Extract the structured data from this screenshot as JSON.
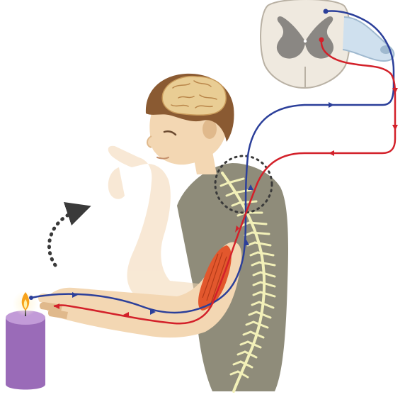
{
  "diagram": {
    "type": "reflex-arc-illustration",
    "elements": [
      "spinal-cord-cross-section",
      "brain",
      "head",
      "torso",
      "spine",
      "arm",
      "raised-hand-ghost",
      "biceps-muscle",
      "candle",
      "candle-flame",
      "sensory-nerve-path",
      "motor-nerve-path",
      "withdrawal-motion-arrow",
      "reflex-focus-circle"
    ]
  },
  "colors": {
    "sensory_path": "#2b3f9a",
    "motor_path": "#d3212a",
    "skin": "#f3d7b3",
    "skin_shadow": "#e0b98c",
    "shirt": "#8f8c7a",
    "hair": "#8a5a32",
    "brain": "#e9cd94",
    "spine": "#f2f0b8",
    "muscle": "#e2572d",
    "candle": "#9a6bb8",
    "candle_top": "#c29bd8",
    "cord_grey_matter": "#8a8783",
    "cord_white_matter": "#efe9df"
  }
}
